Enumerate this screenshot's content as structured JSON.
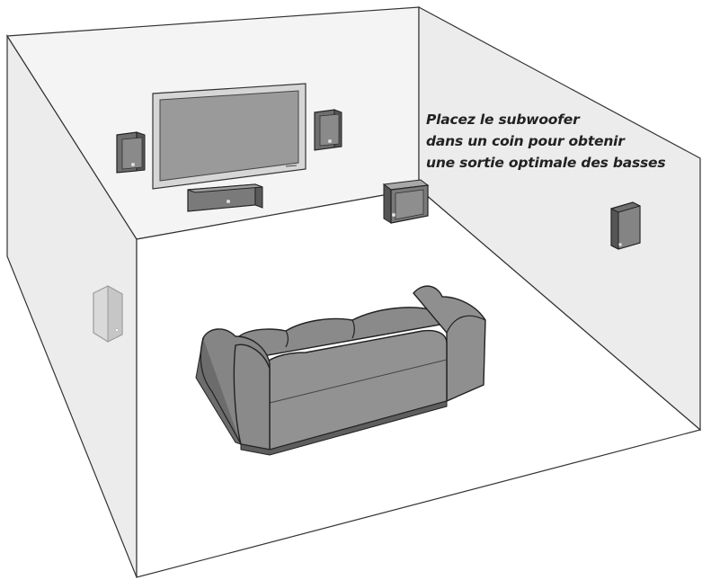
{
  "caption": {
    "lines": [
      "Placez le subwoofer",
      "dans un coin pour obtenir",
      "une sortie optimale des basses"
    ]
  },
  "colors": {
    "wall_fill": "#ececec",
    "room_stroke": "#333333",
    "sofa_fill": "#8f8f8f",
    "sofa_dark": "#6c6c6c",
    "speaker_body": "#7a7a7a",
    "tv_screen": "#9a9a9a"
  },
  "icons": {
    "tv": "tv-icon",
    "center_speaker": "center-speaker-icon",
    "front_left_speaker": "front-left-speaker-icon",
    "front_right_speaker": "front-right-speaker-icon",
    "subwoofer": "subwoofer-icon",
    "surround_right_speaker": "surround-right-speaker-icon",
    "surround_left_speaker": "surround-left-speaker-icon",
    "sofa": "sofa-icon"
  }
}
